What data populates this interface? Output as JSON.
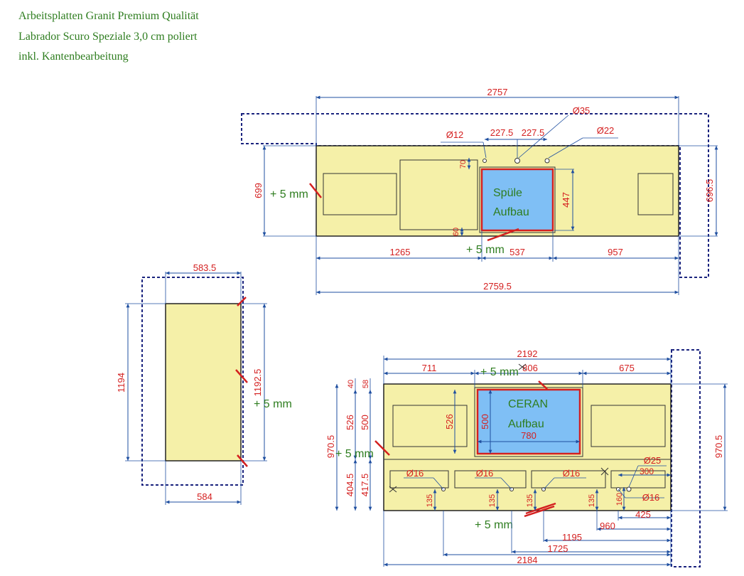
{
  "header": {
    "line1": "Arbeitsplatten Granit Premium Qualität",
    "line2": "Labrador Scuro Speziale 3,0 cm poliert",
    "line3": "inkl. Kantenbearbeitung"
  },
  "colors": {
    "slab": "#f5f0a8",
    "dim": "#1f4fa0",
    "dim_text": "#d42020",
    "green_text": "#2e7d1f",
    "cutout_fill": "#7fbff5",
    "cutout_border": "#d42020",
    "outline_dash": "#1a237e"
  },
  "top_plan": {
    "dim_total_top": "2757",
    "dim_d35": "Ø35",
    "dim_2275_a": "227.5",
    "dim_2275_b": "227.5",
    "dim_d12": "Ø12",
    "dim_d22": "Ø22",
    "dim_70": "70",
    "dim_60": "60",
    "dim_699": "699",
    "dim_6965": "696.5",
    "dim_447": "447",
    "plus5_left": "+ 5 mm",
    "plus5_bottom": "+ 5 mm",
    "sink_label_1": "Spüle",
    "sink_label_2": "Aufbau",
    "dim_1265": "1265",
    "dim_537": "537",
    "dim_957": "957",
    "dim_total_bottom": "2759.5"
  },
  "side_plan": {
    "dim_5835": "583.5",
    "dim_1194": "1194",
    "dim_11925": "1192.5",
    "plus5": "+ 5 mm",
    "dim_584": "584"
  },
  "lower_plan": {
    "dim_2192": "2192",
    "dim_711": "711",
    "dim_806": "806",
    "dim_675": "675",
    "plus5_top": "+ 5 mm",
    "dim_40": "40",
    "dim_58": "58",
    "dim_526_l": "526",
    "dim_500_l": "500",
    "dim_526_c": "526",
    "dim_500_c": "500",
    "dim_9705_l": "970.5",
    "dim_9705_r": "970.5",
    "plus5_left": "+ 5 mm",
    "ceran_1": "CERAN",
    "ceran_2": "Aufbau",
    "dim_780": "780",
    "dim_4045": "404.5",
    "dim_4175": "417.5",
    "d16_a": "Ø16",
    "d16_b": "Ø16",
    "d16_c": "Ø16",
    "d16_d": "Ø16",
    "d25": "Ø25",
    "dim_300": "300",
    "dim_160": "160",
    "dim_135_a": "135",
    "dim_135_b": "135",
    "dim_135_c": "135",
    "dim_135_d": "135",
    "dim_425": "425",
    "dim_960": "960",
    "plus5_bottom": "+ 5 mm",
    "dim_1195": "1195",
    "dim_1725": "1725",
    "dim_2184": "2184"
  }
}
